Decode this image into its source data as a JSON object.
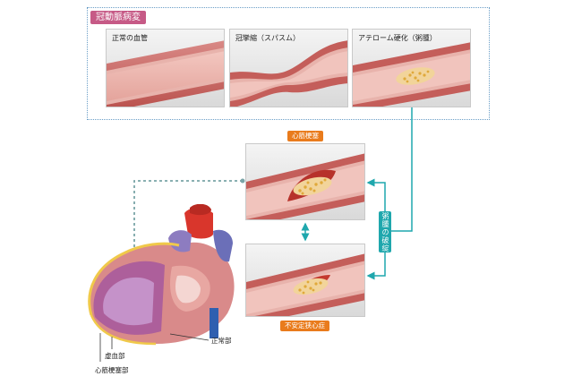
{
  "section_title": "冠動脈病変",
  "panels": [
    {
      "label": "正常の血管"
    },
    {
      "label": "冠攣縮（スパスム）"
    },
    {
      "label": "アテローム硬化（粥腫）"
    }
  ],
  "lower_panels": {
    "top_tag": "心筋梗塞",
    "bottom_tag": "不安定狭心症"
  },
  "connector_label": "粥腫の破綻",
  "heart_labels": {
    "normal": "正常部",
    "ischemic": "虚血部",
    "necrosis": "心筋梗塞部"
  },
  "colors": {
    "pink_tag": "#c65a86",
    "orange_tag": "#e97b1c",
    "teal": "#1fa7ad",
    "dashed_blue": "#6a9ec7",
    "vessel": "#c9625f"
  }
}
